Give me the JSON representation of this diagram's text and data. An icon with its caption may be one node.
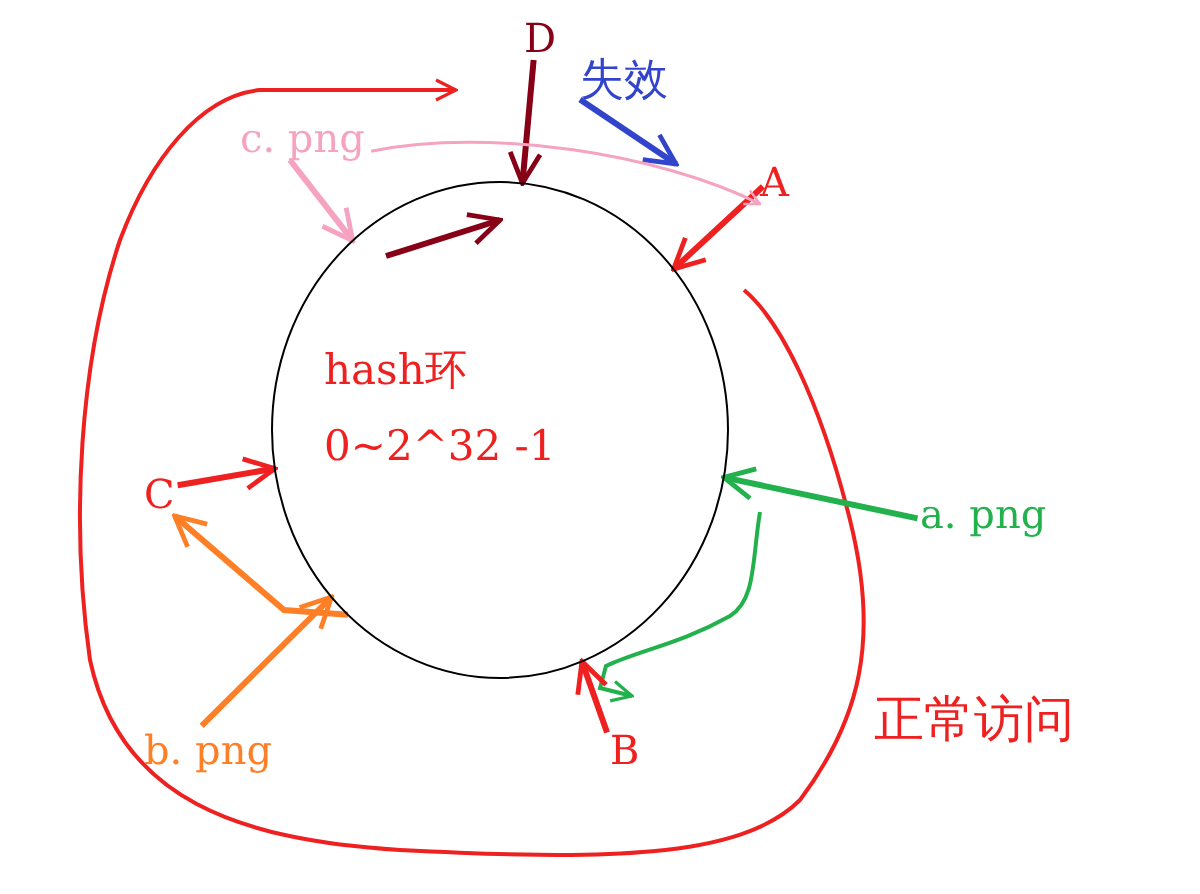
{
  "diagram": {
    "nodes": [
      {
        "text": [
          "hash环",
          "0~2^32 -1"
        ]
      },
      {
        "text": [
          "D"
        ]
      },
      {
        "text": [
          "失效"
        ]
      },
      {
        "text": [
          "A"
        ]
      },
      {
        "text": [
          "a. png"
        ]
      },
      {
        "text": [
          "B"
        ]
      },
      {
        "text": [
          "b. png"
        ]
      },
      {
        "text": [
          "C"
        ]
      },
      {
        "text": [
          "c. png"
        ]
      }
    ],
    "edges": [
      {
        "from": 1,
        "to": 0,
        "arrow": "to",
        "color": "#880015"
      },
      {
        "from": 2,
        "to": null,
        "arrow": "to",
        "color": "#3344cc"
      },
      {
        "from": 3,
        "to": 0,
        "arrow": "to"
      },
      {
        "from": 4,
        "to": 0,
        "arrow": "to",
        "color": "#22b14c"
      },
      {
        "from": 5,
        "to": 0,
        "arrow": "to"
      },
      {
        "from": 6,
        "to": 0,
        "arrow": "to",
        "color": "#ff7f27"
      },
      {
        "from": 7,
        "to": 0,
        "arrow": "to"
      },
      {
        "from": 8,
        "to": 0,
        "arrow": "to",
        "color": "#f5a3c0"
      },
      {
        "from": 8,
        "to": 3,
        "arrow": "to",
        "color": "#f5a3c0"
      },
      {
        "from": 0,
        "to": 7,
        "arrow": "to",
        "color": "#ff7f27"
      }
    ],
    "labels": [
      "正常访问"
    ]
  }
}
